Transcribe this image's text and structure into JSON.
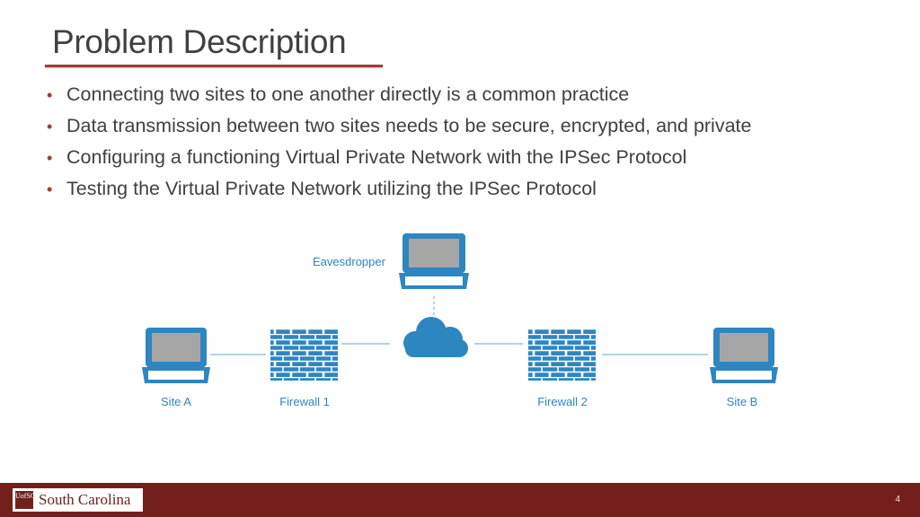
{
  "slide": {
    "title": "Problem Description",
    "page_number": "4",
    "accent_color": "#a33a36",
    "footer_color": "#73201d"
  },
  "bullets": [
    "Connecting two sites to one another directly is a common practice",
    "Data transmission between two sites needs to be secure, encrypted, and private",
    "Configuring a functioning Virtual Private Network with the IPSec Protocol",
    "Testing the Virtual Private Network utilizing the IPSec Protocol"
  ],
  "diagram": {
    "eavesdropper_label": "Eavesdropper",
    "site_a_label": "Site A",
    "firewall1_label": "Firewall 1",
    "firewall2_label": "Firewall 2",
    "site_b_label": "Site B",
    "icon_color": "#2e86c1"
  },
  "footer": {
    "logo_mark": "UofSC",
    "logo_text": "South Carolina"
  }
}
